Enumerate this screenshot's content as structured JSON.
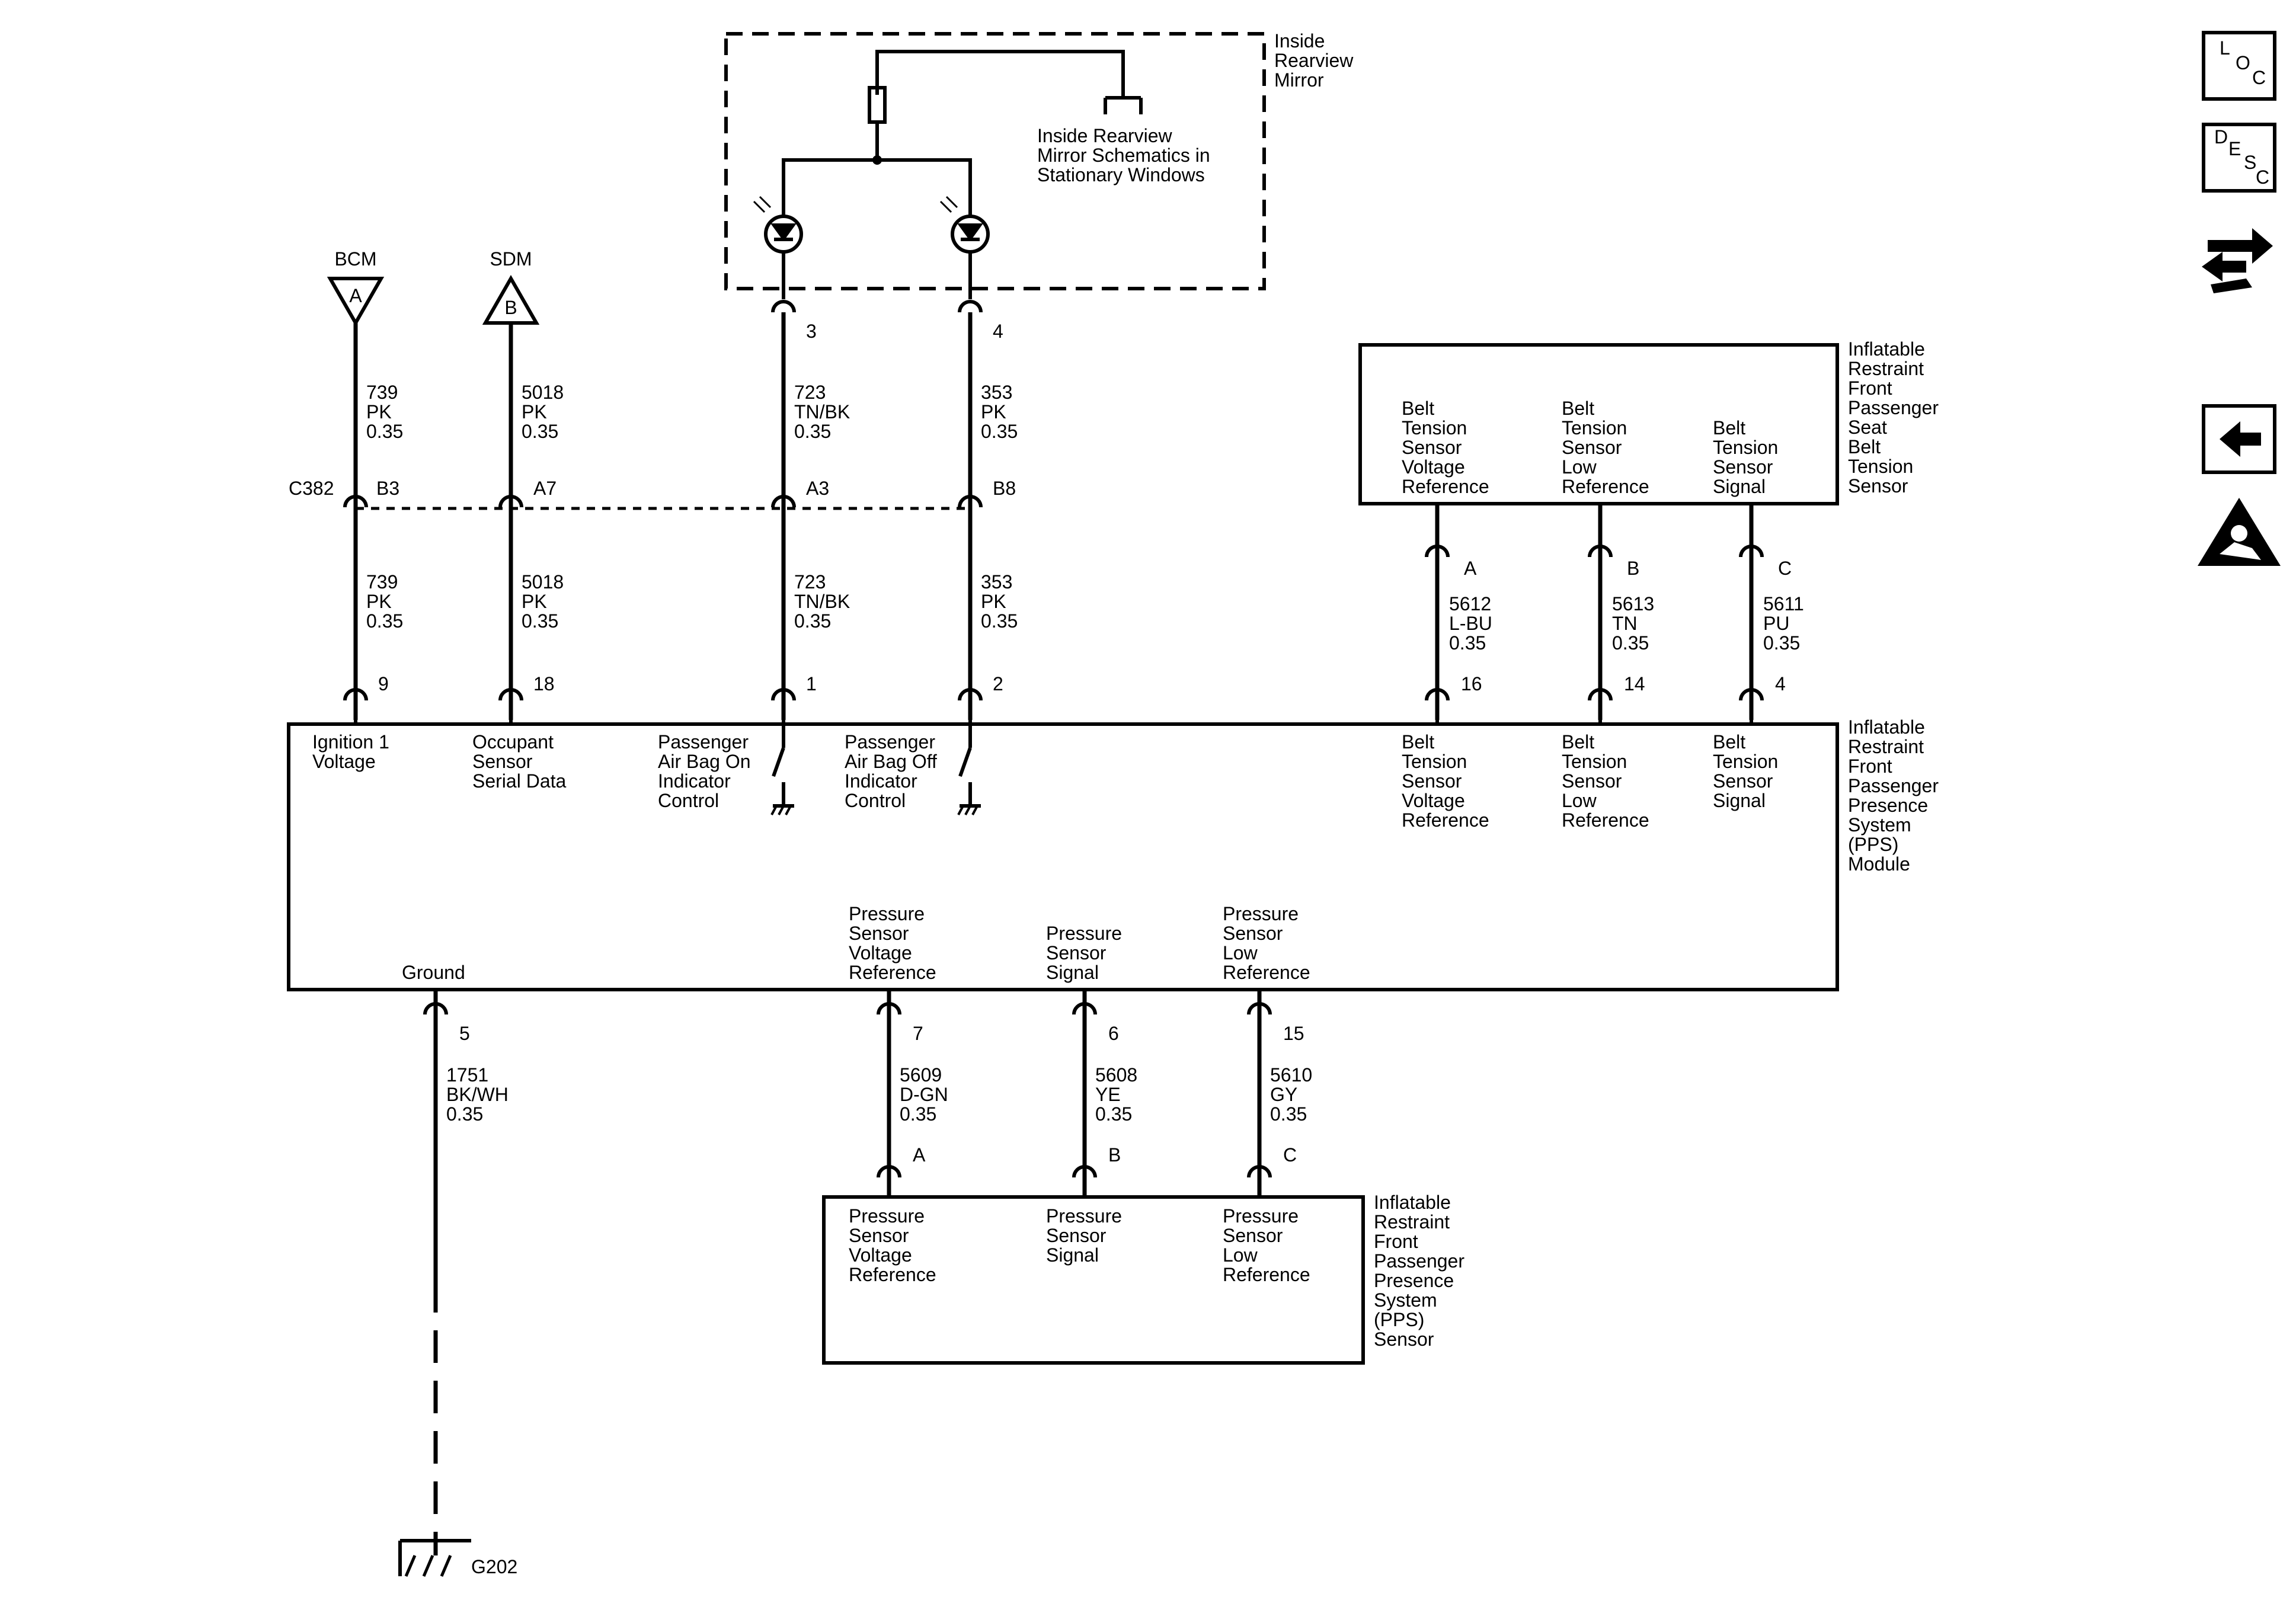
{
  "modules": {
    "bcm": {
      "name": "BCM",
      "letter": "A"
    },
    "sdm": {
      "name": "SDM",
      "letter": "B"
    }
  },
  "mirror": {
    "title": [
      "Inside",
      "Rearview",
      "Mirror"
    ],
    "note": [
      "Inside Rearview",
      "Mirror Schematics in",
      "Stationary Windows"
    ]
  },
  "connector": {
    "name": "C382",
    "pins": [
      "B3",
      "A7",
      "A3",
      "B8"
    ]
  },
  "mirror_pins": [
    "3",
    "4"
  ],
  "wires_upper": [
    {
      "circuit": "739",
      "color": "PK",
      "gauge": "0.35"
    },
    {
      "circuit": "5018",
      "color": "PK",
      "gauge": "0.35"
    },
    {
      "circuit": "723",
      "color": "TN/BK",
      "gauge": "0.35"
    },
    {
      "circuit": "353",
      "color": "PK",
      "gauge": "0.35"
    }
  ],
  "wires_lower": [
    {
      "circuit": "739",
      "color": "PK",
      "gauge": "0.35"
    },
    {
      "circuit": "5018",
      "color": "PK",
      "gauge": "0.35"
    },
    {
      "circuit": "723",
      "color": "TN/BK",
      "gauge": "0.35"
    },
    {
      "circuit": "353",
      "color": "PK",
      "gauge": "0.35"
    }
  ],
  "pps_module": {
    "title": [
      "Inflatable",
      "Restraint",
      "Front",
      "Passenger",
      "Presence",
      "System",
      "(PPS)",
      "Module"
    ],
    "top_pins": [
      "9",
      "18",
      "1",
      "2"
    ],
    "top_labels": [
      [
        "Ignition 1",
        "Voltage"
      ],
      [
        "Occupant",
        "Sensor",
        "Serial Data"
      ],
      [
        "Passenger",
        "Air Bag On",
        "Indicator",
        "Control"
      ],
      [
        "Passenger",
        "Air Bag Off",
        "Indicator",
        "Control"
      ]
    ],
    "belt_pins": [
      "16",
      "14",
      "4"
    ],
    "belt_labels": [
      [
        "Belt",
        "Tension",
        "Sensor",
        "Voltage",
        "Reference"
      ],
      [
        "Belt",
        "Tension",
        "Sensor",
        "Low",
        "Reference"
      ],
      [
        "Belt",
        "Tension",
        "Sensor",
        "Signal"
      ]
    ],
    "ground_label": "Ground",
    "ground_pin": "5",
    "pressure_labels": [
      [
        "Pressure",
        "Sensor",
        "Voltage",
        "Reference"
      ],
      [
        "Pressure",
        "Sensor",
        "Signal"
      ],
      [
        "Pressure",
        "Sensor",
        "Low",
        "Reference"
      ]
    ],
    "pressure_pins": [
      "7",
      "6",
      "15"
    ]
  },
  "belt_sensor": {
    "title": [
      "Inflatable",
      "Restraint",
      "Front",
      "Passenger",
      "Seat",
      "Belt",
      "Tension",
      "Sensor"
    ],
    "labels": [
      [
        "Belt",
        "Tension",
        "Sensor",
        "Voltage",
        "Reference"
      ],
      [
        "Belt",
        "Tension",
        "Sensor",
        "Low",
        "Reference"
      ],
      [
        "Belt",
        "Tension",
        "Sensor",
        "Signal"
      ]
    ],
    "pins": [
      "A",
      "B",
      "C"
    ],
    "wires": [
      {
        "circuit": "5612",
        "color": "L-BU",
        "gauge": "0.35"
      },
      {
        "circuit": "5613",
        "color": "TN",
        "gauge": "0.35"
      },
      {
        "circuit": "5611",
        "color": "PU",
        "gauge": "0.35"
      }
    ]
  },
  "ground_wire": {
    "circuit": "1751",
    "color": "BK/WH",
    "gauge": "0.35"
  },
  "ground_point": "G202",
  "pressure_wires": [
    {
      "circuit": "5609",
      "color": "D-GN",
      "gauge": "0.35"
    },
    {
      "circuit": "5608",
      "color": "YE",
      "gauge": "0.35"
    },
    {
      "circuit": "5610",
      "color": "GY",
      "gauge": "0.35"
    }
  ],
  "pps_sensor": {
    "title": [
      "Inflatable",
      "Restraint",
      "Front",
      "Passenger",
      "Presence",
      "System",
      "(PPS)",
      "Sensor"
    ],
    "labels": [
      [
        "Pressure",
        "Sensor",
        "Voltage",
        "Reference"
      ],
      [
        "Pressure",
        "Sensor",
        "Signal"
      ],
      [
        "Pressure",
        "Sensor",
        "Low",
        "Reference"
      ]
    ],
    "pins": [
      "A",
      "B",
      "C"
    ]
  },
  "toolbar": {
    "loc": [
      "L",
      "O",
      "C"
    ],
    "desc": [
      "D",
      "E",
      "S",
      "C"
    ]
  }
}
